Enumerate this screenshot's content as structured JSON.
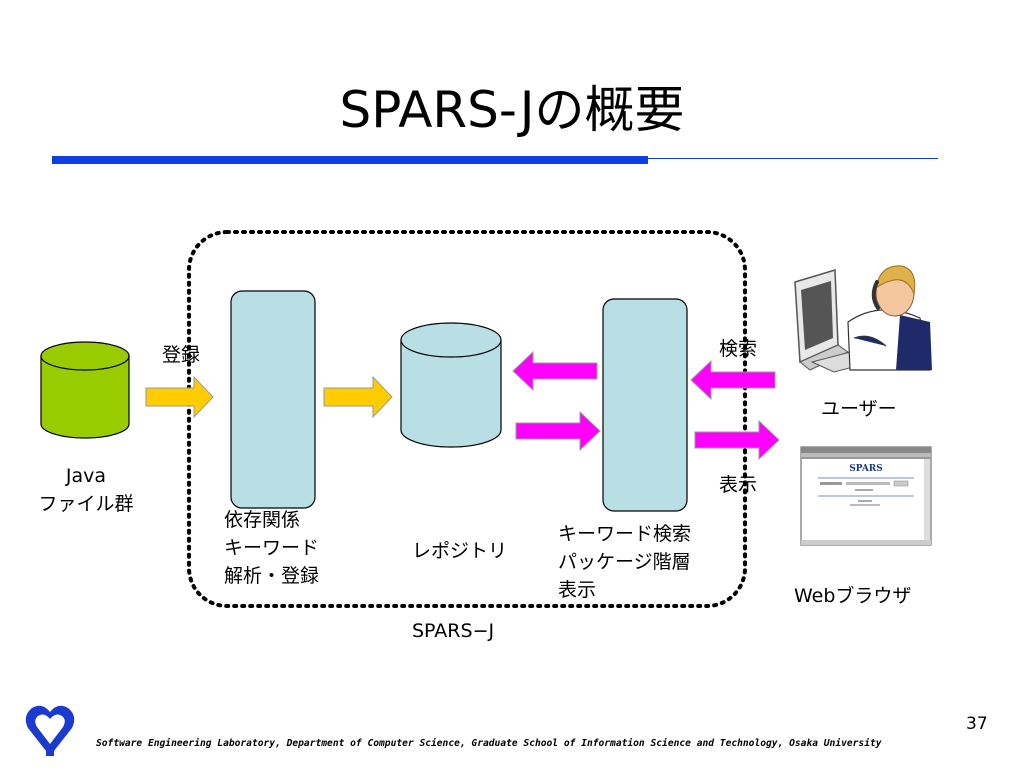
{
  "slide": {
    "title": "SPARS-Jの概要",
    "page_number": "37",
    "footer": "Software Engineering Laboratory, Department of Computer Science, Graduate School of Information Science and Technology, Osaka University"
  },
  "diagram": {
    "java_files": [
      "Java",
      "ファイル群"
    ],
    "register_label": "登録",
    "analyzer": [
      "依存関係",
      "キーワード",
      "解析・登録"
    ],
    "repository": "レポジトリ",
    "search_display": [
      "キーワード検索",
      "パッケージ階層",
      "表示"
    ],
    "system_label": "SPARS−J",
    "search_label": "検索",
    "display_label": "表示",
    "user_label": "ユーザー",
    "browser_label": "Webブラウザ",
    "browser_logo": "SPARS"
  },
  "colors": {
    "accent_blue": "#0e3de6",
    "cylinder_green": "#99cc00",
    "component_fill": "#b8e0e4",
    "register_arrow": "#ffcc00",
    "query_arrow": "#ff00ff"
  }
}
